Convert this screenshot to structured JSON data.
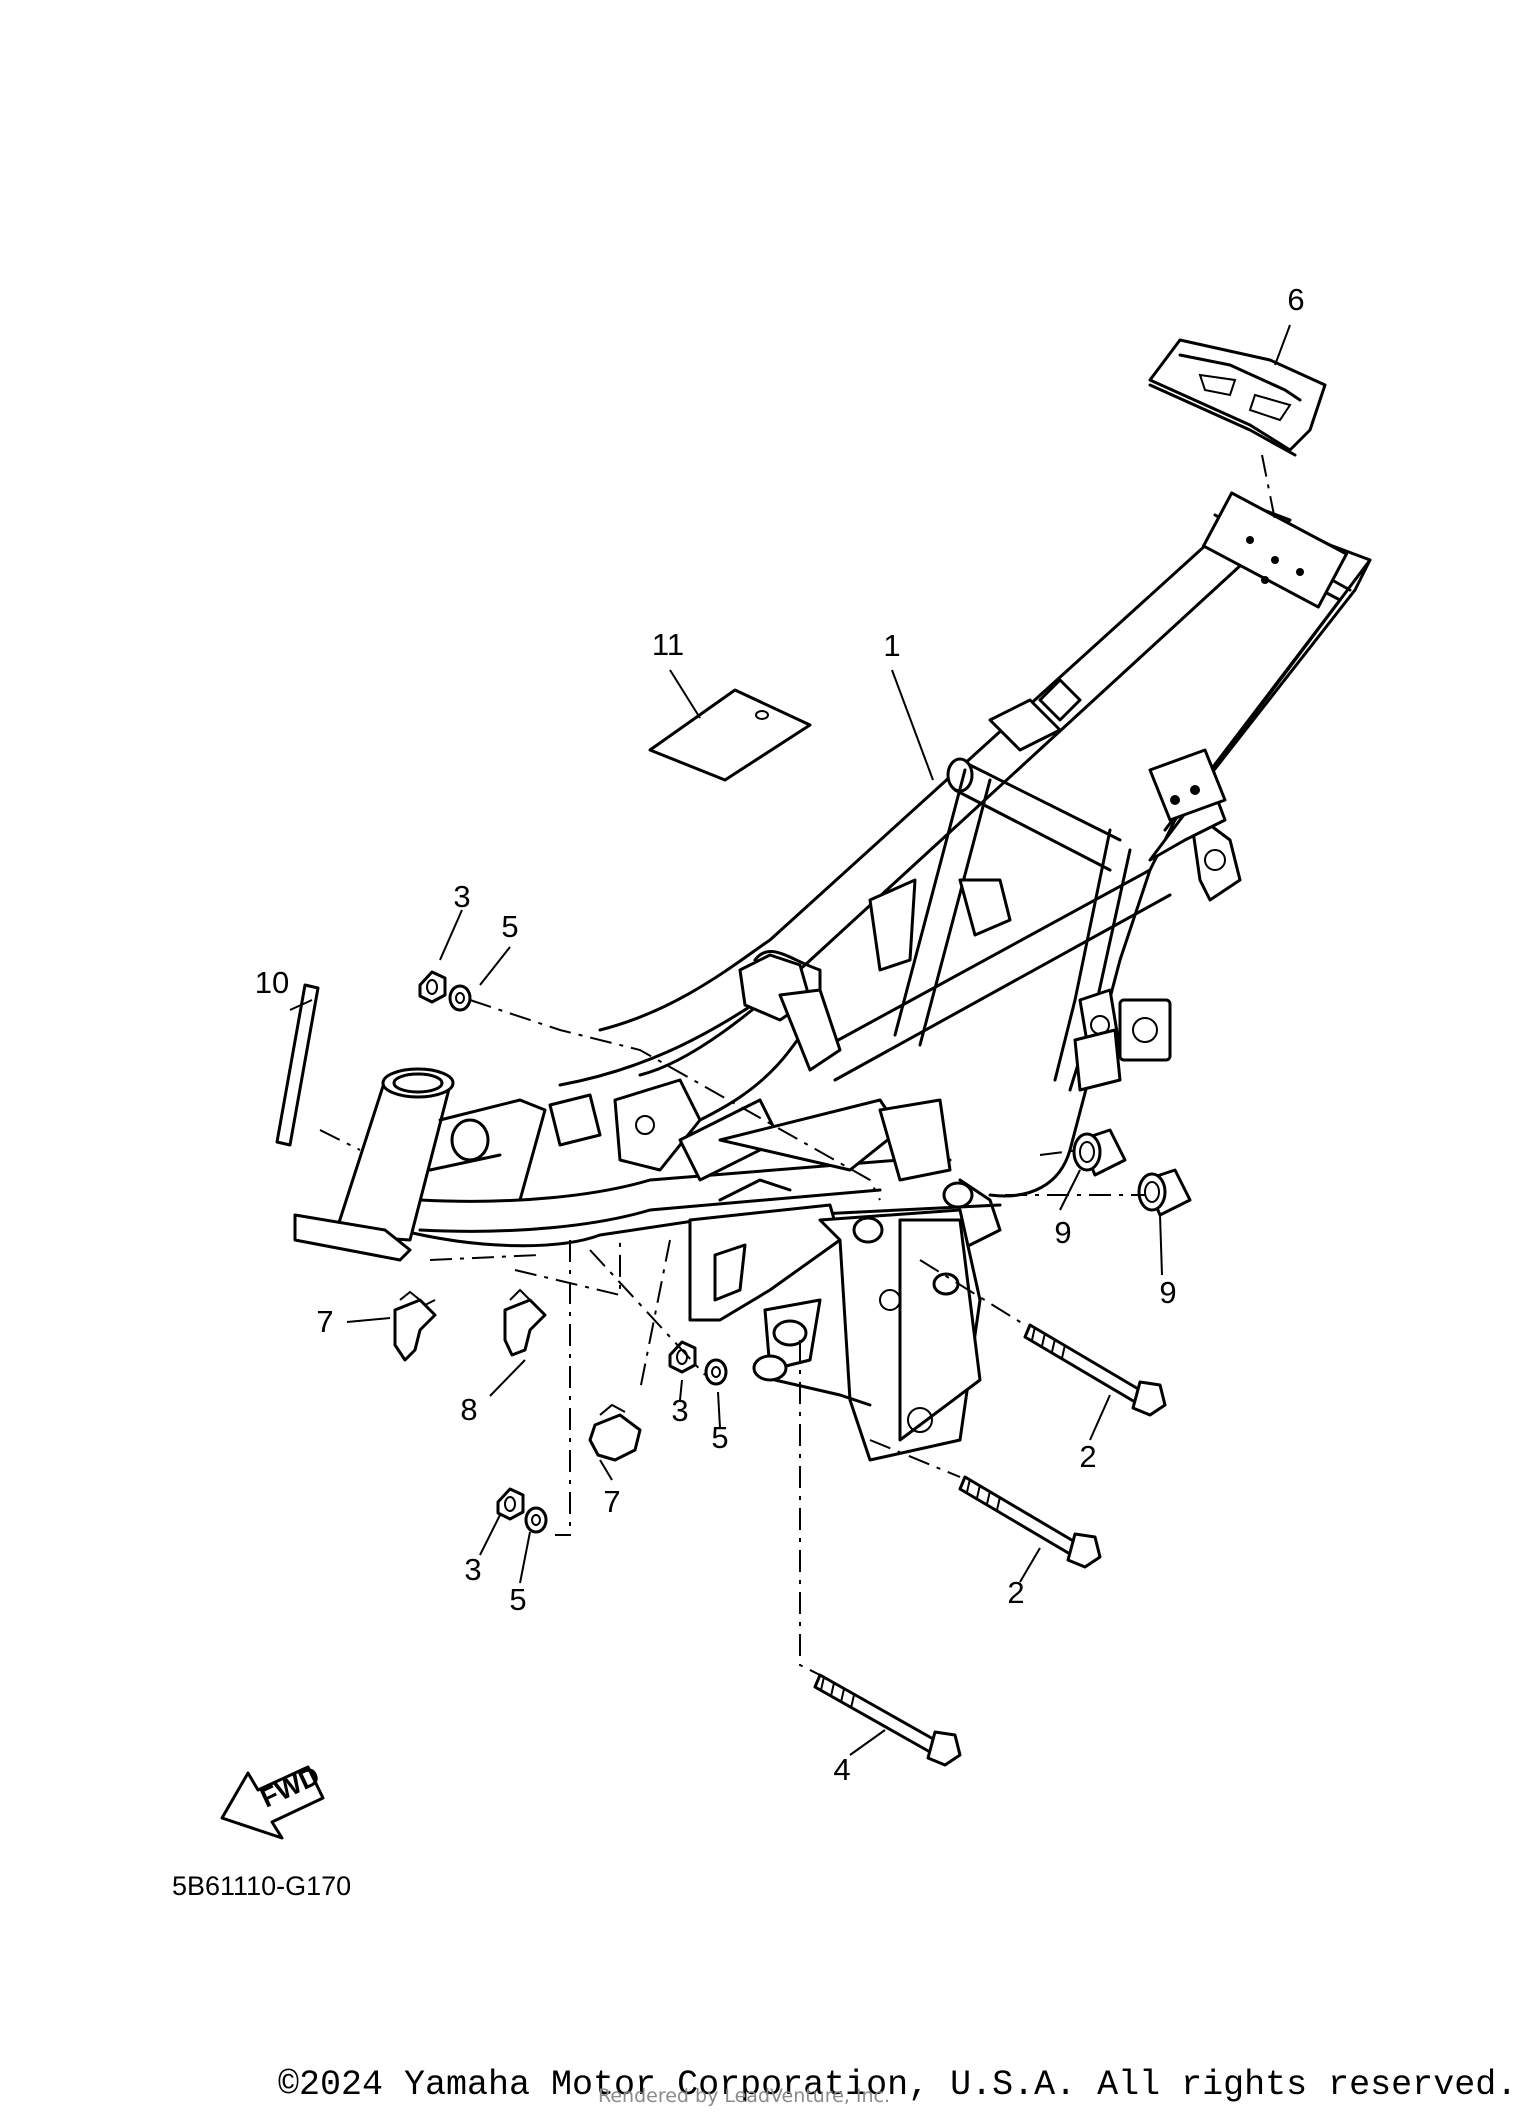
{
  "diagram": {
    "callouts": {
      "c1": "1",
      "c2a": "2",
      "c2b": "2",
      "c3a": "3",
      "c3b": "3",
      "c3c": "3",
      "c4": "4",
      "c5a": "5",
      "c5b": "5",
      "c5c": "5",
      "c6": "6",
      "c7a": "7",
      "c7b": "7",
      "c8": "8",
      "c9a": "9",
      "c9b": "9",
      "c10": "10",
      "c11": "11"
    },
    "fwd_label": "FWD",
    "diagram_code": "5B61110-G170"
  },
  "footer": {
    "copyright": "©2024 Yamaha Motor Corporation, U.S.A. All rights reserved.",
    "rendered_by": "Rendered by LeadVenture, Inc."
  }
}
